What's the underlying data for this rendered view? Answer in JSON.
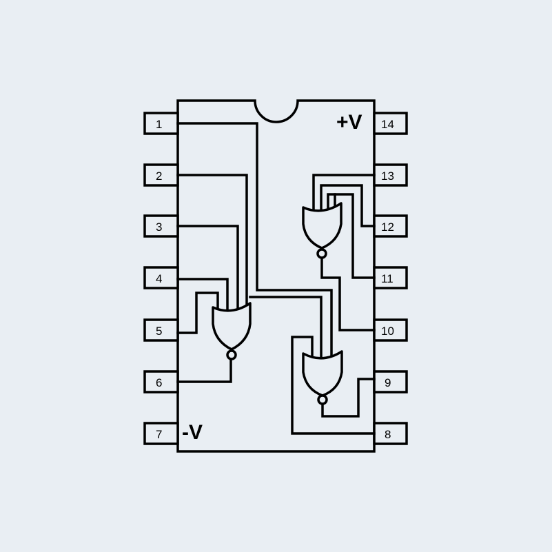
{
  "chip": {
    "supply_positive": "+V",
    "supply_negative": "-V",
    "left_pins": [
      "1",
      "2",
      "3",
      "4",
      "5",
      "6",
      "7"
    ],
    "right_pins": [
      "14",
      "13",
      "12",
      "11",
      "10",
      "9",
      "8"
    ]
  },
  "gates": [
    {
      "id": "gate-a",
      "type": "NOR"
    },
    {
      "id": "gate-b",
      "type": "NOR"
    },
    {
      "id": "gate-c",
      "type": "NOR"
    }
  ]
}
